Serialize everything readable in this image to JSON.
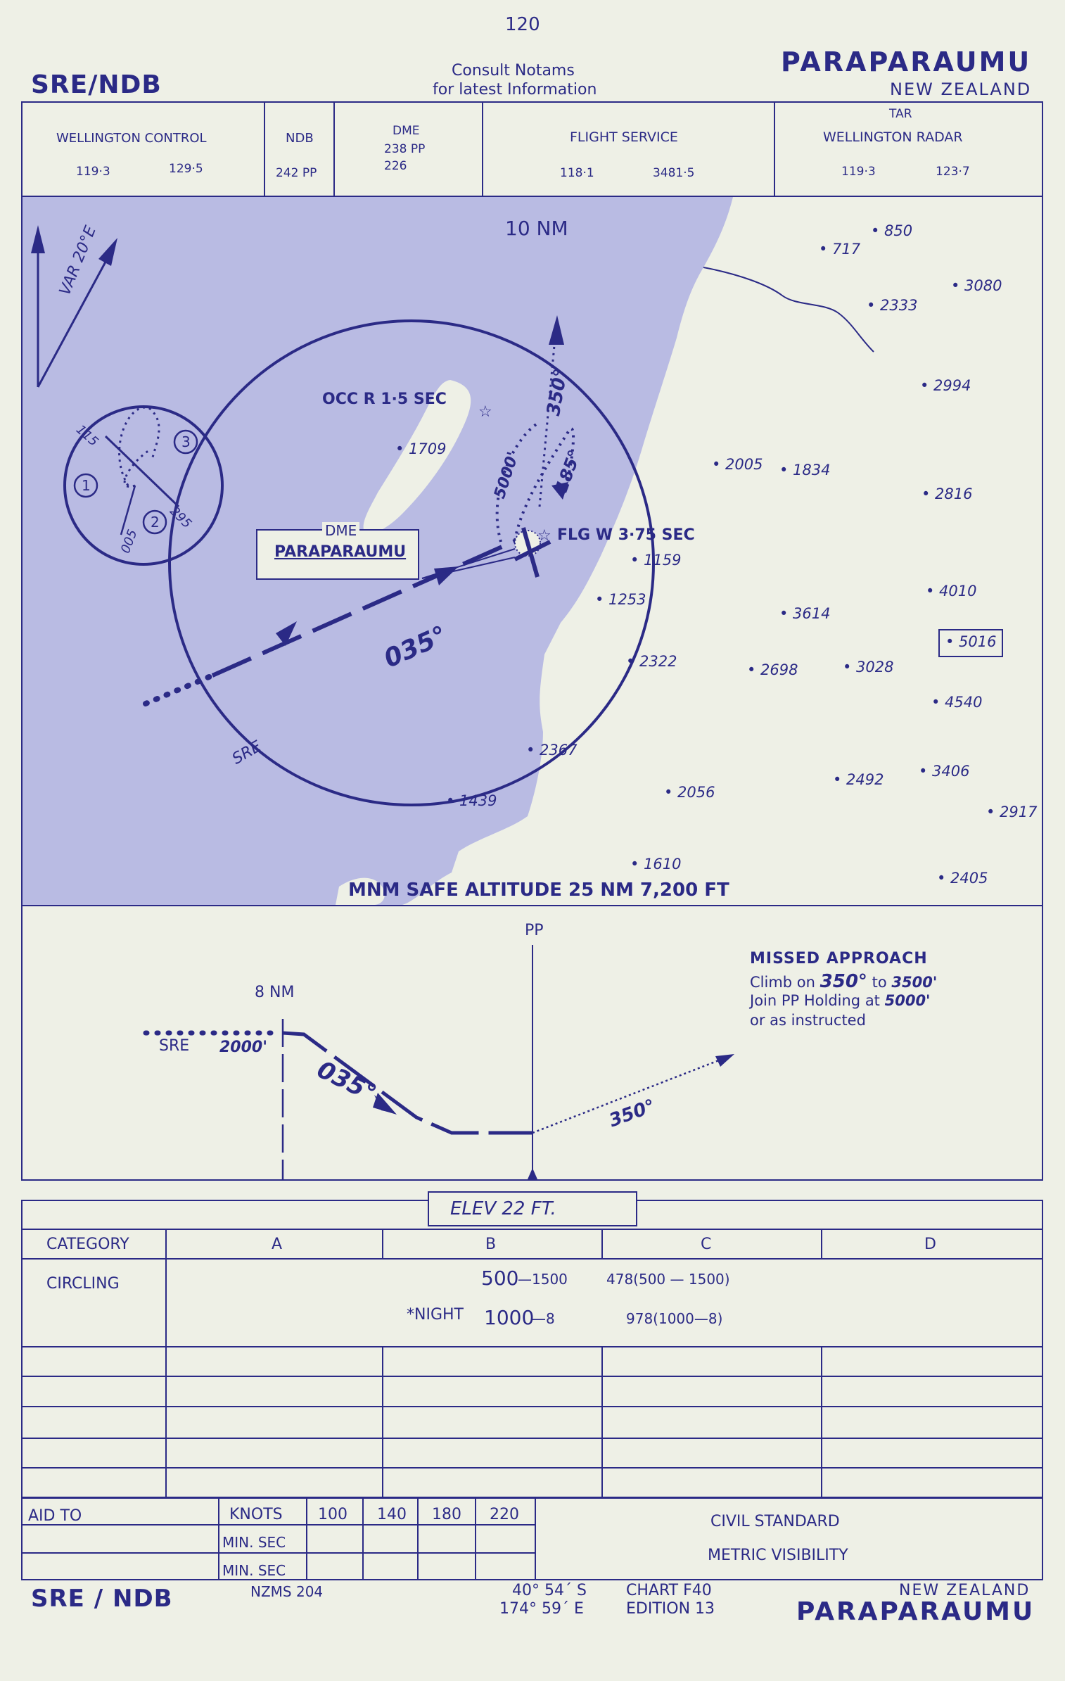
{
  "page_number": "120",
  "header": {
    "procedure": "SRE/NDB",
    "notams_line1": "Consult   Notams",
    "notams_line2": "for latest Information",
    "airport": "PARAPARAUMU",
    "country": "NEW ZEALAND"
  },
  "freq_boxes": [
    {
      "title": "WELLINGTON CONTROL",
      "f1": "119·3",
      "f2": "129·5"
    },
    {
      "title": "NDB",
      "f1": "242  PP"
    },
    {
      "title": "DME",
      "f1": "238  PP",
      "f2": "226"
    },
    {
      "title": "FLIGHT SERVICE",
      "f1": "118·1",
      "f2": "3481·5"
    },
    {
      "title_top": "TAR",
      "title": "WELLINGTON   RADAR",
      "f1": "119·3",
      "f2": "123·7"
    }
  ],
  "plan_view": {
    "ring_label": "10 NM",
    "variation": "VAR   20°E",
    "light_occ": "OCC   R   1·5 SEC",
    "light_flg": "FLG  W  3·75 SEC",
    "dme_label": "DME",
    "dme_name": "PARAPARAUMU",
    "inbound_course": "035°",
    "outbound_course": "350°",
    "proc_turn_out": "5000'",
    "proc_turn_in": "185°",
    "sre_label": "SRE",
    "msa": "MNM SAFE ALTITUDE 25 NM   7,200 FT",
    "holding": {
      "inbound": "115",
      "outbound1": "005",
      "outbound2": "295",
      "sector1": "1",
      "sector2": "2",
      "sector3": "3"
    },
    "spot_heights": [
      "850",
      "717",
      "3080",
      "2333",
      "2994",
      "1709",
      "2005",
      "1834",
      "2816",
      "1159",
      "4010",
      "1253",
      "3614",
      "5016",
      "2322",
      "2698",
      "3028",
      "4540",
      "2367",
      "3406",
      "2492",
      "1439",
      "2056",
      "2917",
      "1610",
      "2405"
    ]
  },
  "profile": {
    "station": "PP",
    "fix": "8 NM",
    "sre": "SRE",
    "alt": "2000'",
    "course": "035°",
    "missed_course": "350°",
    "missed_title": "MISSED APPROACH",
    "missed_l1a": "Climb on",
    "missed_l1b": "350°",
    "missed_l1c": "to",
    "missed_l1d": "3500'",
    "missed_l2a": "Join PP   Holding at",
    "missed_l2b": "5000'",
    "missed_l3": "or as instructed"
  },
  "elevation": "ELEV      22      FT.",
  "minima": {
    "headers": [
      "CATEGORY",
      "A",
      "B",
      "C",
      "D"
    ],
    "circling_label": "CIRCLING",
    "day_a": "500",
    "day_b": "—1500",
    "day_c": "478(500 — 1500)",
    "night_label": "*NIGHT",
    "night_a": "1000",
    "night_b": "—8",
    "night_c": "978(1000—8)"
  },
  "aid_table": {
    "aid_label": "AID TO",
    "knots_label": "KNOTS",
    "speeds": [
      "100",
      "140",
      "180",
      "220"
    ],
    "min_sec": "MIN. SEC",
    "civil": "CIVIL STANDARD",
    "metric": "METRIC VISIBILITY"
  },
  "footer": {
    "procedure": "SRE / NDB",
    "nzms": "NZMS   204",
    "lat": "40° 54´ S",
    "lon": "174° 59´ E",
    "chart": "CHART  F40",
    "edition": "EDITION 13",
    "country": "NEW  ZEALAND",
    "airport": "PARAPARAUMU"
  },
  "colors": {
    "ink": "#2b2a86",
    "sea": "#b9bbe3",
    "paper": "#eef0e6"
  }
}
